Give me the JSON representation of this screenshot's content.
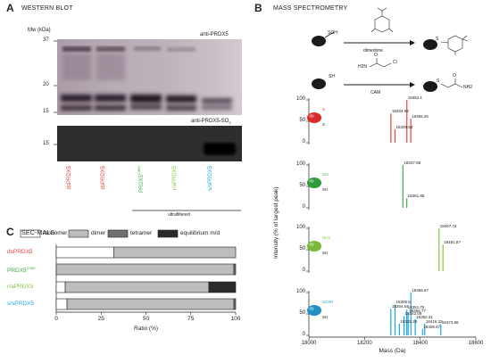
{
  "panels": {
    "A": {
      "letter": "A",
      "title": "WESTERN BLOT"
    },
    "B": {
      "letter": "B",
      "title": "MASS SPECTROMETRY"
    },
    "C": {
      "letter": "C",
      "title": "SEC-MALS"
    }
  },
  "western_blot": {
    "mw_label": "Mw (kDa)",
    "mw_marks": [
      "37",
      "20",
      "15"
    ],
    "mw_marks_lower": [
      "15"
    ],
    "antibody_top": "anti-PRDX5",
    "antibody_bottom": "anti-PRDX5-SO",
    "antibody_bottom_sub": "3",
    "lanes": [
      {
        "label": "dsPRDX5",
        "color": "#e8433a"
      },
      {
        "label": "dsPRDX5",
        "color": "#e8433a"
      },
      {
        "label": "PRDX5",
        "sup": "C48S",
        "color": "#3cae49"
      },
      {
        "label": "r/aPRDX5",
        "color": "#8cc63f"
      },
      {
        "label": "s/sPRDX5",
        "color": "#1ba9e0"
      }
    ],
    "ultrafiltered_label": "ultrafiltered"
  },
  "mass_spec": {
    "reaction1": {
      "reagent": "dimedone",
      "group_in": "SOH",
      "group_out": "S"
    },
    "reaction2": {
      "reagent": "CAM",
      "group_in": "SH",
      "group_out": "S"
    },
    "cam_reagent": {
      "h2n": "H2N",
      "cl": "Cl",
      "o": "O"
    },
    "cam_product": {
      "nh2": "NH2",
      "o": "O"
    },
    "chart_data": {
      "type": "bar",
      "xlabel": "Mass (Da)",
      "ylabel": "Intensity (% of largest peak)",
      "xlim": [
        18000,
        18600
      ],
      "xticks": [
        18000,
        18200,
        18400,
        18600
      ],
      "yticks": [
        0,
        50,
        100
      ],
      "series": [
        {
          "color": "#e8433a",
          "peaks": [
            {
              "x": 18294.93,
              "y": 68,
              "label": "18294.93"
            },
            {
              "x": 18309.53,
              "y": 31,
              "label": "18309.53"
            },
            {
              "x": 18352.1,
              "y": 100,
              "label": "18352.1"
            },
            {
              "x": 18366.25,
              "y": 56,
              "label": "18366.25"
            }
          ],
          "mol_color": "#d92b2b",
          "groups": [
            "S",
            "S"
          ]
        },
        {
          "color": "#3cae49",
          "peaks": [
            {
              "x": 18337.98,
              "y": 100,
              "label": "18337.98"
            },
            {
              "x": 18351.85,
              "y": 22,
              "label": "18351.85"
            }
          ],
          "mol_color": "#2e9a3c",
          "groups": [
            "OH",
            "SH"
          ]
        },
        {
          "color": "#8cc63f",
          "peaks": [
            {
              "x": 18467.74,
              "y": 100,
              "label": "18467.74"
            },
            {
              "x": 18481.87,
              "y": 62,
              "label": "18481.87"
            }
          ],
          "mol_color": "#78b83a",
          "groups": [
            "NH2",
            "SH"
          ]
        },
        {
          "color": "#1ba9e0",
          "peaks": [
            {
              "x": 18294.64,
              "y": 62,
              "label": "18294.64"
            },
            {
              "x": 18309.6,
              "y": 72,
              "label": "18309.6"
            },
            {
              "x": 18325.28,
              "y": 27,
              "label": "18325.28"
            },
            {
              "x": 18342.09,
              "y": 45,
              "label": "18342.09"
            },
            {
              "x": 18351.75,
              "y": 60,
              "label": "18351.75"
            },
            {
              "x": 18356.77,
              "y": 52,
              "label": "18356.77"
            },
            {
              "x": 18366.67,
              "y": 100,
              "label": "18366.67"
            },
            {
              "x": 18382.21,
              "y": 38,
              "label": "18382.21"
            },
            {
              "x": 18416.33,
              "y": 28,
              "label": "18416.33"
            },
            {
              "x": 18408.67,
              "y": 14,
              "label": "18408.67"
            },
            {
              "x": 18473.96,
              "y": 26,
              "label": "18473.96"
            }
          ],
          "mol_color": "#1f8fc4",
          "groups": [
            "SO3H",
            "SH"
          ]
        }
      ]
    }
  },
  "sec_mals": {
    "legend": [
      {
        "label": "monomer",
        "color": "#ffffff"
      },
      {
        "label": "dimer",
        "color": "#bdbdbd"
      },
      {
        "label": "tetramer",
        "color": "#707070"
      },
      {
        "label": "equilibrium m/d",
        "color": "#2b2b2b"
      }
    ],
    "chart_data": {
      "type": "bar",
      "orientation": "horizontal-stacked",
      "xlabel": "Ratio (%)",
      "xticks": [
        0,
        25,
        50,
        75,
        100
      ],
      "xlim": [
        0,
        100
      ],
      "categories": [
        {
          "label": "dsPRDX5",
          "color": "#e8433a"
        },
        {
          "label": "PRDX5",
          "sup": "C48S",
          "color": "#3cae49"
        },
        {
          "label": "r/aPRDX5",
          "color": "#8cc63f"
        },
        {
          "label": "s/sPRDX5",
          "color": "#1ba9e0"
        }
      ],
      "series": [
        {
          "name": "monomer",
          "values": [
            32,
            0,
            5,
            6
          ]
        },
        {
          "name": "dimer",
          "values": [
            68,
            99,
            80,
            93
          ]
        },
        {
          "name": "tetramer",
          "values": [
            0,
            1,
            0,
            1
          ]
        },
        {
          "name": "equilibrium m/d",
          "values": [
            0,
            0,
            15,
            0
          ]
        }
      ]
    }
  }
}
